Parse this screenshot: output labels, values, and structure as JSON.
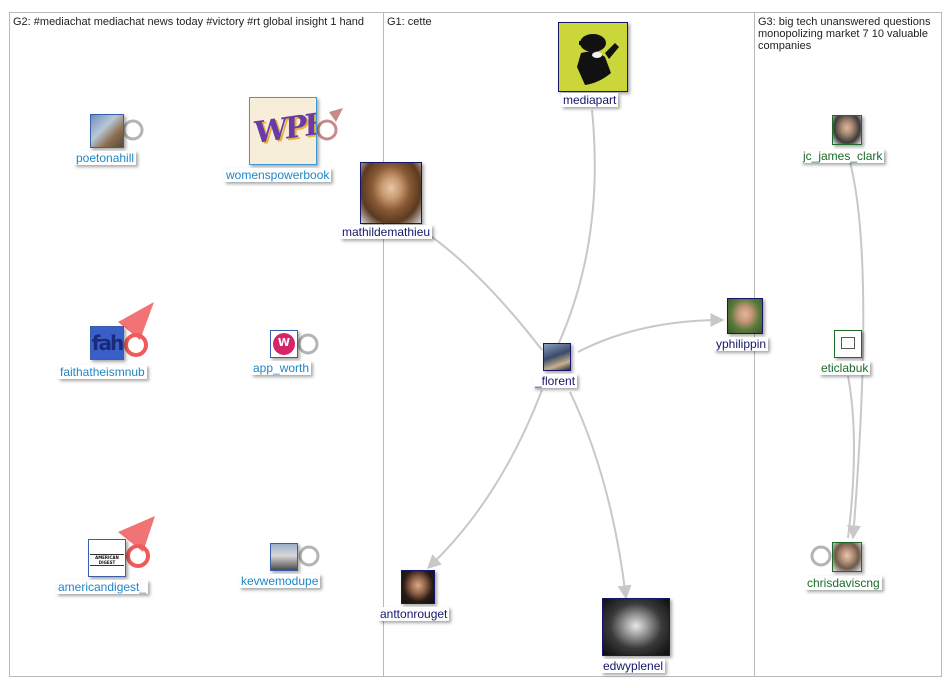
{
  "groups": [
    {
      "id": "g2",
      "label": "G2: #mediachat mediachat news today #victory #rt global insight 1 hand"
    },
    {
      "id": "g1",
      "label": "G1: cette"
    },
    {
      "id": "g3",
      "label": "G3: big tech unanswered questions monopolizing market 7 10 valuable companies"
    }
  ],
  "nodes": {
    "poetonahill": {
      "label": "poetonahill"
    },
    "womenspowerbook": {
      "label": "womenspowerbook",
      "avatar_text": "WPB"
    },
    "faithatheismnub": {
      "label": "faithatheismnub",
      "avatar_text": "fah"
    },
    "app_worth": {
      "label": "app_worth",
      "avatar_text": "W"
    },
    "americandigest_": {
      "label": "americandigest_",
      "avatar_text": "AMERICAN DIGEST"
    },
    "kevwemodupe": {
      "label": "kevwemodupe"
    },
    "mediapart": {
      "label": "mediapart"
    },
    "mathildemathieu": {
      "label": "mathildemathieu"
    },
    "_florent": {
      "label": "_florent"
    },
    "yphilippin": {
      "label": "yphilippin"
    },
    "anttonrouget": {
      "label": "anttonrouget"
    },
    "edwyplenel": {
      "label": "edwyplenel"
    },
    "jc_james_clark": {
      "label": "jc_james_clark"
    },
    "eticlabuk": {
      "label": "eticlabuk"
    },
    "chrisdaviscng": {
      "label": "chrisdaviscng"
    }
  },
  "edges": [
    {
      "from": "_florent",
      "to": "mediapart"
    },
    {
      "from": "_florent",
      "to": "mathildemathieu"
    },
    {
      "from": "_florent",
      "to": "yphilippin"
    },
    {
      "from": "_florent",
      "to": "anttonrouget"
    },
    {
      "from": "_florent",
      "to": "edwyplenel"
    },
    {
      "from": "jc_james_clark",
      "to": "chrisdaviscng"
    },
    {
      "from": "eticlabuk",
      "to": "chrisdaviscng"
    }
  ],
  "self_loops": [
    "poetonahill",
    "womenspowerbook",
    "faithatheismnub",
    "app_worth",
    "americandigest_",
    "kevwemodupe",
    "chrisdaviscng"
  ],
  "colors": {
    "edge": "#c8c8c8",
    "loop_gray": "#b4b4b4",
    "loop_pink": "#c98a8a",
    "loop_red": "#f05a5a",
    "label_g2": "#1f86c7",
    "label_g1": "#16166b",
    "label_g3": "#1c6b2a"
  }
}
